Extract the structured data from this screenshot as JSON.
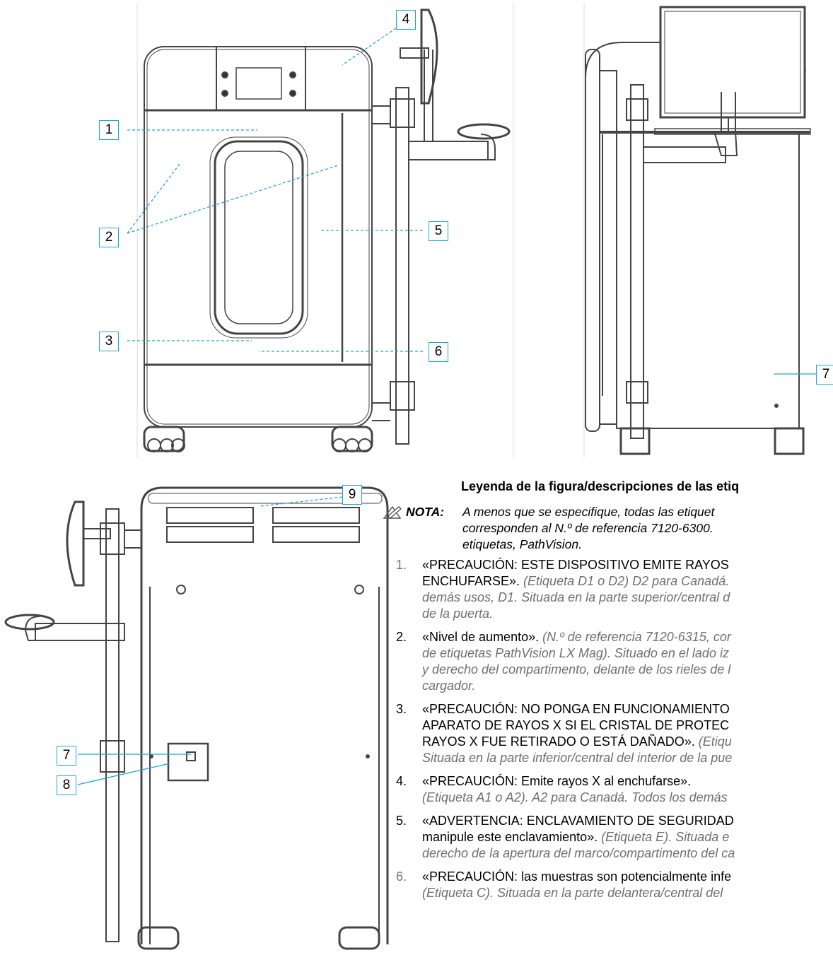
{
  "callouts": [
    "1",
    "2",
    "3",
    "4",
    "5",
    "6",
    "7",
    "7",
    "8",
    "9"
  ],
  "legend": {
    "title": "Leyenda de la figura/descripciones de las etiq",
    "note_label": "NOTA:",
    "note_text": "A menos que se especifique, todas las etiquet\ncorresponden al N.º de referencia 7120-6300.\netiquetas, PathVision.",
    "items": [
      {
        "num": "1.",
        "quote": "«PRECAUCIÓN: ESTE DISPOSITIVO EMITE RAYOS\nENCHUFARSE».",
        "desc": " (Etiqueta D1 o D2) D2 para Canadá.\ndemás usos, D1. Situada en la parte superior/central d\nde la puerta."
      },
      {
        "num": "2.",
        "quote": "«Nivel de aumento».",
        "desc": " (N.º de referencia 7120-6315, cor\nde etiquetas PathVision LX Mag). Situado en el lado iz\ny derecho del compartimento, delante de los rieles de l\ncargador."
      },
      {
        "num": "3.",
        "quote": "«PRECAUCIÓN: NO PONGA EN FUNCIONAMIENTO\nAPARATO DE RAYOS X SI EL CRISTAL DE PROTEC\nRAYOS X FUE RETIRADO O ESTÁ DAÑADO».",
        "desc": " (Etiqu\nSituada en la parte inferior/central del interior de la pue"
      },
      {
        "num": "4.",
        "quote": "«PRECAUCIÓN: Emite rayos X al enchufarse».",
        "desc": "\n(Etiqueta A1 o A2). A2 para Canadá. Todos los demás"
      },
      {
        "num": "5.",
        "quote": "«ADVERTENCIA: ENCLAVAMIENTO DE SEGURIDAD\nmanipule este enclavamiento».",
        "desc": " (Etiqueta E). Situada e\nderecho de la apertura del marco/compartimento del ca"
      },
      {
        "num": "6.",
        "quote": "«PRECAUCIÓN: las muestras son potencialmente infe",
        "desc": "\n(Etiqueta C). Situada en la parte delantera/central del"
      }
    ]
  }
}
